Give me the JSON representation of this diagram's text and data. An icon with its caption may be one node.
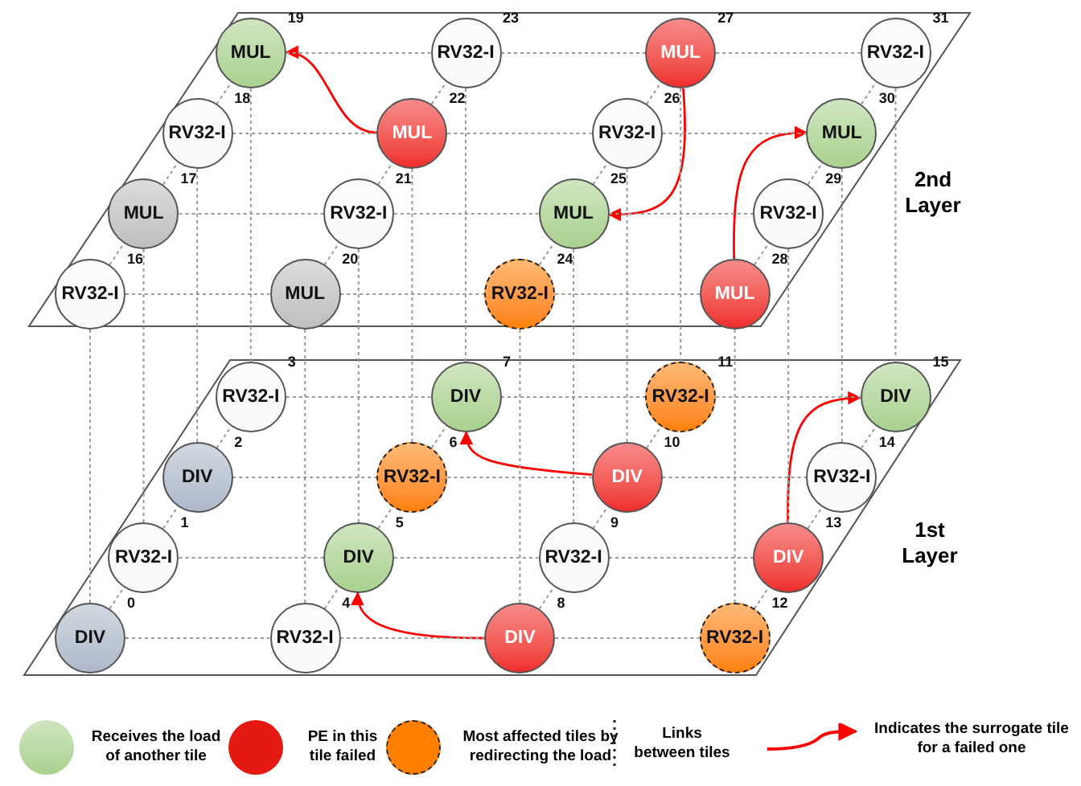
{
  "diagram": {
    "nodes": [
      {
        "text": [
          "DIV"
        ],
        "beside": [
          "0"
        ]
      },
      {
        "text": [
          "RV32-I"
        ],
        "beside": [
          "1"
        ]
      },
      {
        "text": [
          "DIV"
        ],
        "beside": [
          "2"
        ]
      },
      {
        "text": [
          "RV32-I"
        ],
        "beside": [
          "3"
        ]
      },
      {
        "text": [
          "RV32-I"
        ],
        "beside": [
          "4"
        ]
      },
      {
        "text": [
          "DIV"
        ],
        "beside": [
          "5"
        ]
      },
      {
        "text": [
          "RV32-I"
        ],
        "beside": [
          "6"
        ]
      },
      {
        "text": [
          "DIV"
        ],
        "beside": [
          "7"
        ]
      },
      {
        "text": [
          "DIV"
        ],
        "beside": [
          "8"
        ]
      },
      {
        "text": [
          "RV32-I"
        ],
        "beside": [
          "9"
        ]
      },
      {
        "text": [
          "DIV"
        ],
        "beside": [
          "10"
        ]
      },
      {
        "text": [
          "RV32-I"
        ],
        "beside": [
          "11"
        ]
      },
      {
        "text": [
          "RV32-I"
        ],
        "beside": [
          "12"
        ]
      },
      {
        "text": [
          "DIV"
        ],
        "beside": [
          "13"
        ]
      },
      {
        "text": [
          "RV32-I"
        ],
        "beside": [
          "14"
        ]
      },
      {
        "text": [
          "DIV"
        ],
        "beside": [
          "15"
        ]
      },
      {
        "text": [
          "RV32-I"
        ],
        "beside": [
          "16"
        ]
      },
      {
        "text": [
          "MUL"
        ],
        "beside": [
          "17"
        ]
      },
      {
        "text": [
          "RV32-I"
        ],
        "beside": [
          "18"
        ]
      },
      {
        "text": [
          "MUL"
        ],
        "beside": [
          "19"
        ]
      },
      {
        "text": [
          "MUL"
        ],
        "beside": [
          "20"
        ]
      },
      {
        "text": [
          "RV32-I"
        ],
        "beside": [
          "21"
        ]
      },
      {
        "text": [
          "MUL"
        ],
        "beside": [
          "22"
        ]
      },
      {
        "text": [
          "RV32-I"
        ],
        "beside": [
          "23"
        ]
      },
      {
        "text": [
          "RV32-I"
        ],
        "beside": [
          "24"
        ]
      },
      {
        "text": [
          "MUL"
        ],
        "beside": [
          "25"
        ]
      },
      {
        "text": [
          "RV32-I"
        ],
        "beside": [
          "26"
        ]
      },
      {
        "text": [
          "MUL"
        ],
        "beside": [
          "27"
        ]
      },
      {
        "text": [
          "MUL"
        ],
        "beside": [
          "28"
        ]
      },
      {
        "text": [
          "RV32-I"
        ],
        "beside": [
          "29"
        ]
      },
      {
        "text": [
          "MUL"
        ],
        "beside": [
          "30"
        ]
      },
      {
        "text": [
          "RV32-I"
        ],
        "beside": [
          "31"
        ]
      }
    ],
    "edges": [
      {
        "from": 22,
        "to": 19,
        "arrow": "to",
        "color": "#ff0000"
      },
      {
        "from": 27,
        "to": 25,
        "arrow": "to",
        "color": "#ff0000"
      },
      {
        "from": 28,
        "to": 30,
        "arrow": "to",
        "color": "#ff0000"
      },
      {
        "from": 10,
        "to": 7,
        "arrow": "to",
        "color": "#ff0000"
      },
      {
        "from": 8,
        "to": 5,
        "arrow": "to",
        "color": "#ff0000"
      },
      {
        "from": 13,
        "to": 15,
        "arrow": "to",
        "color": "#ff0000"
      },
      {
        "from": 19,
        "to": 23,
        "arrow": "none",
        "style": "dashed"
      },
      {
        "from": 23,
        "to": 27,
        "arrow": "none",
        "style": "dashed"
      },
      {
        "from": 27,
        "to": 31,
        "arrow": "none",
        "style": "dashed"
      },
      {
        "from": 18,
        "to": 22,
        "arrow": "none",
        "style": "dashed"
      },
      {
        "from": 22,
        "to": 26,
        "arrow": "none",
        "style": "dashed"
      },
      {
        "from": 26,
        "to": 30,
        "arrow": "none",
        "style": "dashed"
      },
      {
        "from": 17,
        "to": 21,
        "arrow": "none",
        "style": "dashed"
      },
      {
        "from": 21,
        "to": 25,
        "arrow": "none",
        "style": "dashed"
      },
      {
        "from": 25,
        "to": 29,
        "arrow": "none",
        "style": "dashed"
      },
      {
        "from": 16,
        "to": 20,
        "arrow": "none",
        "style": "dashed"
      },
      {
        "from": 20,
        "to": 24,
        "arrow": "none",
        "style": "dashed"
      },
      {
        "from": 24,
        "to": 28,
        "arrow": "none",
        "style": "dashed"
      },
      {
        "from": 16,
        "to": 17,
        "arrow": "none",
        "style": "dashed"
      },
      {
        "from": 17,
        "to": 18,
        "arrow": "none",
        "style": "dashed"
      },
      {
        "from": 18,
        "to": 19,
        "arrow": "none",
        "style": "dashed"
      },
      {
        "from": 20,
        "to": 21,
        "arrow": "none",
        "style": "dashed"
      },
      {
        "from": 21,
        "to": 22,
        "arrow": "none",
        "style": "dashed"
      },
      {
        "from": 22,
        "to": 23,
        "arrow": "none",
        "style": "dashed"
      },
      {
        "from": 24,
        "to": 25,
        "arrow": "none",
        "style": "dashed"
      },
      {
        "from": 25,
        "to": 26,
        "arrow": "none",
        "style": "dashed"
      },
      {
        "from": 26,
        "to": 27,
        "arrow": "none",
        "style": "dashed"
      },
      {
        "from": 28,
        "to": 29,
        "arrow": "none",
        "style": "dashed"
      },
      {
        "from": 29,
        "to": 30,
        "arrow": "none",
        "style": "dashed"
      },
      {
        "from": 30,
        "to": 31,
        "arrow": "none",
        "style": "dashed"
      },
      {
        "from": 3,
        "to": 7,
        "arrow": "none",
        "style": "dashed"
      },
      {
        "from": 7,
        "to": 11,
        "arrow": "none",
        "style": "dashed"
      },
      {
        "from": 11,
        "to": 15,
        "arrow": "none",
        "style": "dashed"
      },
      {
        "from": 2,
        "to": 6,
        "arrow": "none",
        "style": "dashed"
      },
      {
        "from": 6,
        "to": 10,
        "arrow": "none",
        "style": "dashed"
      },
      {
        "from": 10,
        "to": 14,
        "arrow": "none",
        "style": "dashed"
      },
      {
        "from": 1,
        "to": 5,
        "arrow": "none",
        "style": "dashed"
      },
      {
        "from": 5,
        "to": 9,
        "arrow": "none",
        "style": "dashed"
      },
      {
        "from": 9,
        "to": 13,
        "arrow": "none",
        "style": "dashed"
      },
      {
        "from": 0,
        "to": 4,
        "arrow": "none",
        "style": "dashed"
      },
      {
        "from": 4,
        "to": 8,
        "arrow": "none",
        "style": "dashed"
      },
      {
        "from": 8,
        "to": 12,
        "arrow": "none",
        "style": "dashed"
      },
      {
        "from": 0,
        "to": 1,
        "arrow": "none",
        "style": "dashed"
      },
      {
        "from": 1,
        "to": 2,
        "arrow": "none",
        "style": "dashed"
      },
      {
        "from": 2,
        "to": 3,
        "arrow": "none",
        "style": "dashed"
      },
      {
        "from": 4,
        "to": 5,
        "arrow": "none",
        "style": "dashed"
      },
      {
        "from": 5,
        "to": 6,
        "arrow": "none",
        "style": "dashed"
      },
      {
        "from": 6,
        "to": 7,
        "arrow": "none",
        "style": "dashed"
      },
      {
        "from": 8,
        "to": 9,
        "arrow": "none",
        "style": "dashed"
      },
      {
        "from": 9,
        "to": 10,
        "arrow": "none",
        "style": "dashed"
      },
      {
        "from": 10,
        "to": 11,
        "arrow": "none",
        "style": "dashed"
      },
      {
        "from": 12,
        "to": 13,
        "arrow": "none",
        "style": "dashed"
      },
      {
        "from": 13,
        "to": 14,
        "arrow": "none",
        "style": "dashed"
      },
      {
        "from": 14,
        "to": 15,
        "arrow": "none",
        "style": "dashed"
      },
      {
        "from": 16,
        "to": 0,
        "arrow": "none",
        "style": "dashed"
      },
      {
        "from": 17,
        "to": 1,
        "arrow": "none",
        "style": "dashed"
      },
      {
        "from": 18,
        "to": 2,
        "arrow": "none",
        "style": "dashed"
      },
      {
        "from": 19,
        "to": 3,
        "arrow": "none",
        "style": "dashed"
      },
      {
        "from": 20,
        "to": 4,
        "arrow": "none",
        "style": "dashed"
      },
      {
        "from": 21,
        "to": 5,
        "arrow": "none",
        "style": "dashed"
      },
      {
        "from": 22,
        "to": 6,
        "arrow": "none",
        "style": "dashed"
      },
      {
        "from": 23,
        "to": 7,
        "arrow": "none",
        "style": "dashed"
      },
      {
        "from": 24,
        "to": 8,
        "arrow": "none",
        "style": "dashed"
      },
      {
        "from": 25,
        "to": 9,
        "arrow": "none",
        "style": "dashed"
      },
      {
        "from": 26,
        "to": 10,
        "arrow": "none",
        "style": "dashed"
      },
      {
        "from": 27,
        "to": 11,
        "arrow": "none",
        "style": "dashed"
      },
      {
        "from": 28,
        "to": 12,
        "arrow": "none",
        "style": "dashed"
      },
      {
        "from": 29,
        "to": 13,
        "arrow": "none",
        "style": "dashed"
      },
      {
        "from": 30,
        "to": 14,
        "arrow": "none",
        "style": "dashed"
      },
      {
        "from": 31,
        "to": 15,
        "arrow": "none",
        "style": "dashed"
      }
    ],
    "labels": [
      "2nd Layer",
      "1st Layer"
    ],
    "legend": [
      {
        "text": "Receives the load of another tile",
        "color": "#a9d18e"
      },
      {
        "text": "PE in this tile failed",
        "color": "#e41a12"
      },
      {
        "text": "Most affected tiles by redirecting the load",
        "color": "#ff8000"
      },
      {
        "text": "Links between tiles"
      },
      {
        "text": "Indicates the surrogate tile for a failed one"
      }
    ]
  }
}
